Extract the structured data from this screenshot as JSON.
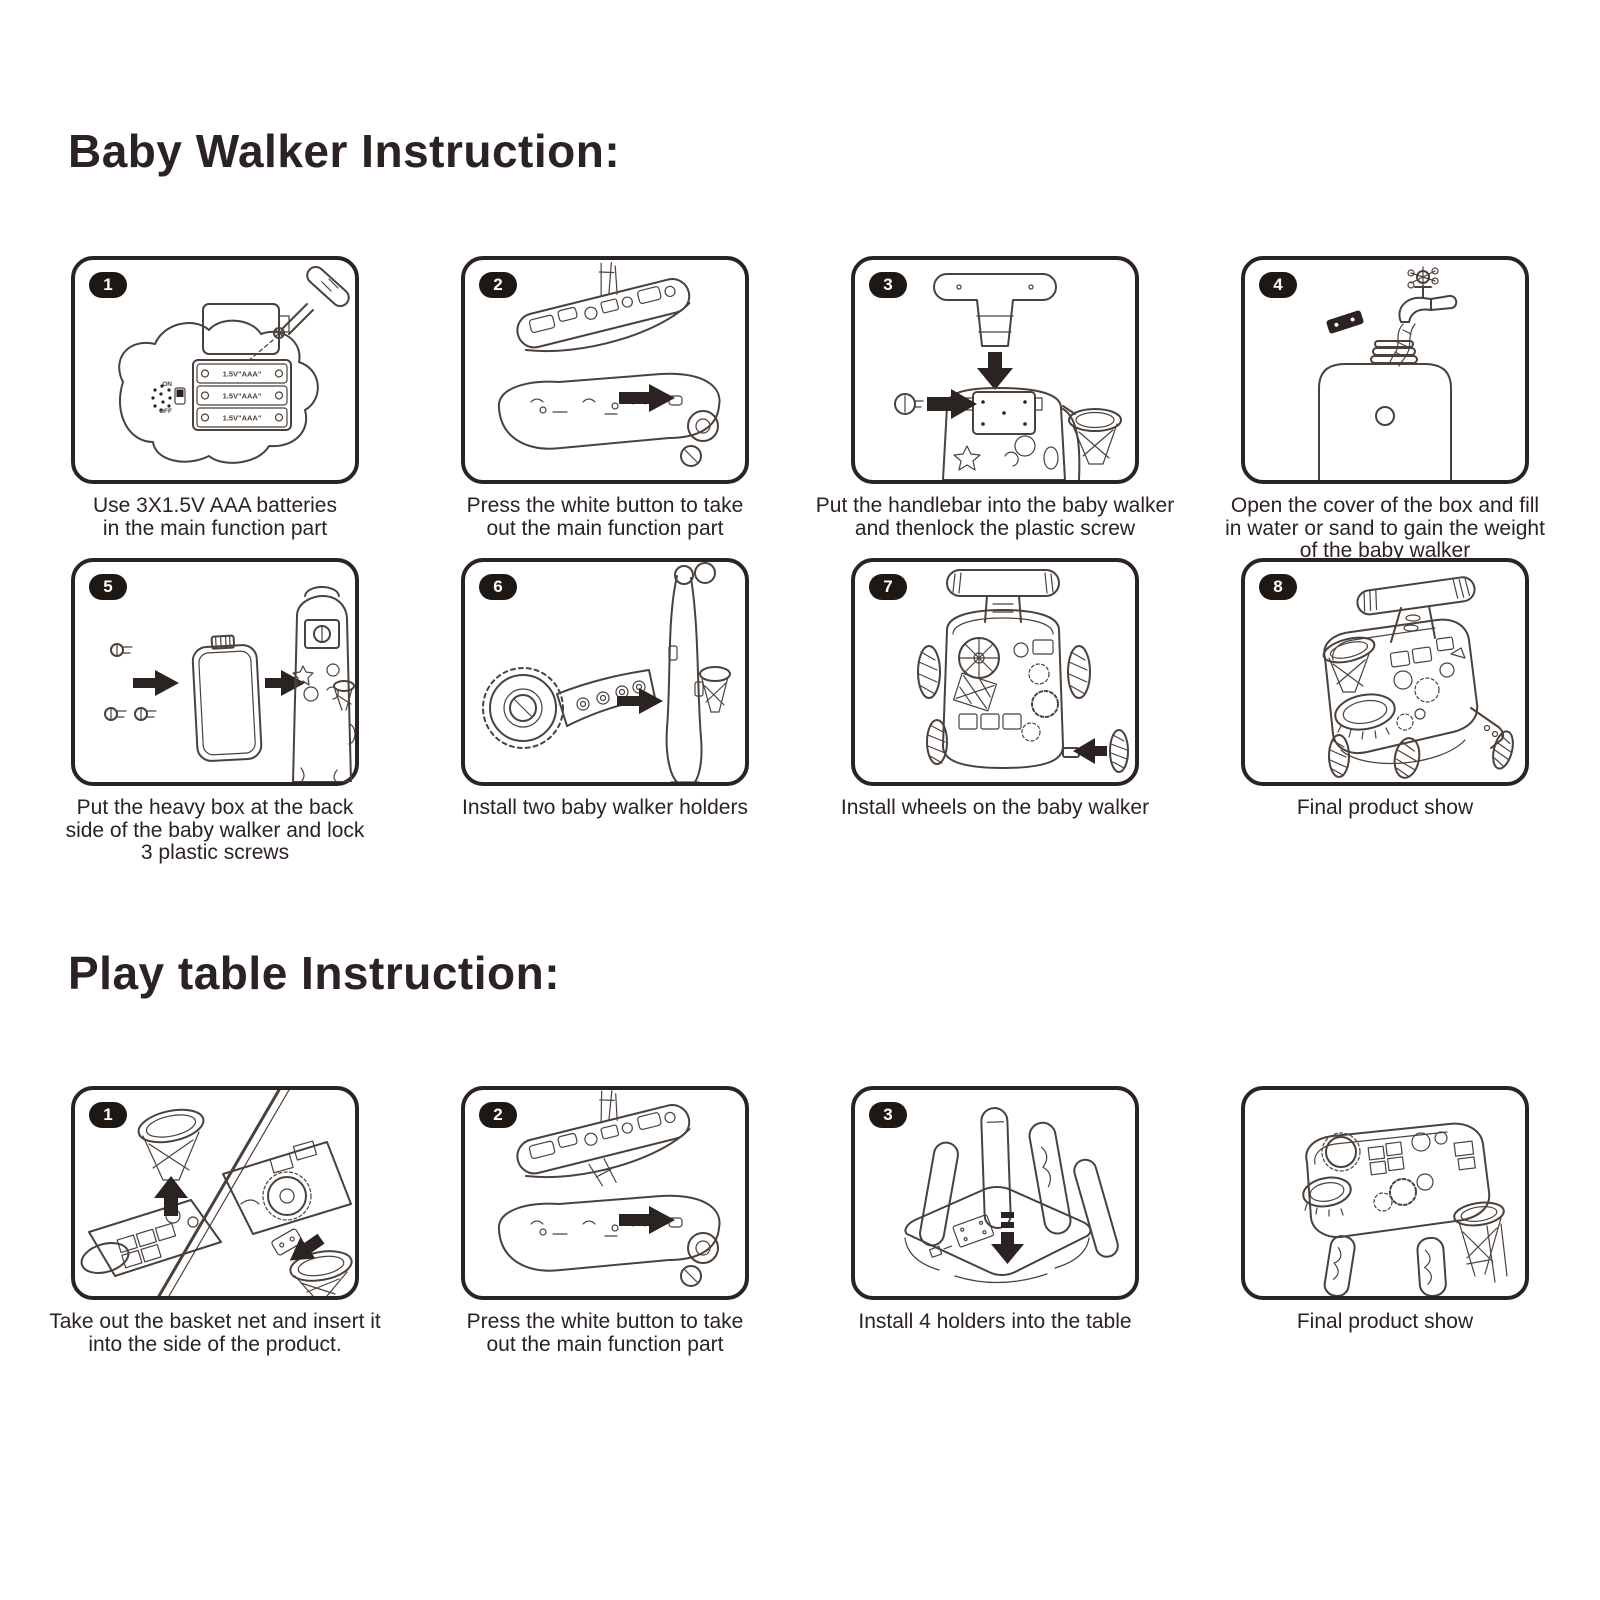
{
  "document": {
    "background": "#ffffff",
    "ink_color": "#2b2321",
    "line_color": "#4a413b"
  },
  "sections": [
    {
      "title": "Baby Walker Instruction:",
      "steps": [
        {
          "number": "1",
          "caption": "Use 3X1.5V AAA batteries in the main function part",
          "illustration": "battery-installation-diagram"
        },
        {
          "number": "2",
          "caption": "Press the white button to take out the main function part",
          "illustration": "remove-main-function-part-diagram"
        },
        {
          "number": "3",
          "caption": "Put the handlebar into the baby walker and thenlock the plastic screw",
          "illustration": "handlebar-installation-diagram"
        },
        {
          "number": "4",
          "caption": "Open the cover of the box and fill in water or sand to gain the weight of the baby walker",
          "illustration": "fill-weight-box-diagram"
        },
        {
          "number": "5",
          "caption": "Put the heavy box at the back side of the baby walker and lock 3 plastic screws",
          "illustration": "heavy-box-installation-diagram"
        },
        {
          "number": "6",
          "caption": "Install two baby walker holders",
          "illustration": "walker-holder-installation-diagram"
        },
        {
          "number": "7",
          "caption": "Install wheels on the baby walker",
          "illustration": "wheel-installation-diagram"
        },
        {
          "number": "8",
          "caption": "Final product show",
          "illustration": "walker-final-product-diagram"
        }
      ],
      "labels": {
        "battery_cell": "1.5V\"AAA\"",
        "switch_on": "ON",
        "switch_off": "OFF"
      }
    },
    {
      "title": "Play table Instruction:",
      "steps": [
        {
          "number": "1",
          "caption": "Take out the basket net and insert it into the side of the product.",
          "illustration": "basket-net-installation-diagram"
        },
        {
          "number": "2",
          "caption": "Press the white button to take out the main function part",
          "illustration": "remove-main-function-part-diagram"
        },
        {
          "number": "3",
          "caption": "Install 4 holders into the table",
          "illustration": "table-holder-installation-diagram"
        },
        {
          "number": null,
          "caption": "Final product show",
          "illustration": "table-final-product-diagram"
        }
      ]
    }
  ]
}
